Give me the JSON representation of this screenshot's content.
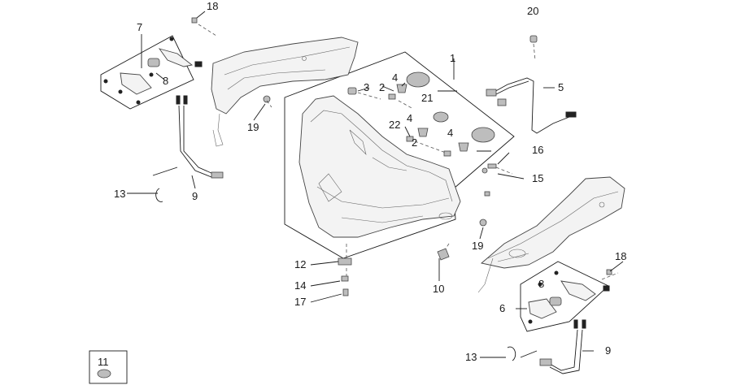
{
  "diagram": {
    "callouts": [
      "1",
      "2",
      "2",
      "3",
      "4",
      "4",
      "4",
      "5",
      "6",
      "7",
      "8",
      "8",
      "9",
      "9",
      "10",
      "11",
      "12",
      "13",
      "13",
      "14",
      "15",
      "16",
      "17",
      "18",
      "18",
      "19",
      "19",
      "20",
      "21",
      "22"
    ]
  }
}
